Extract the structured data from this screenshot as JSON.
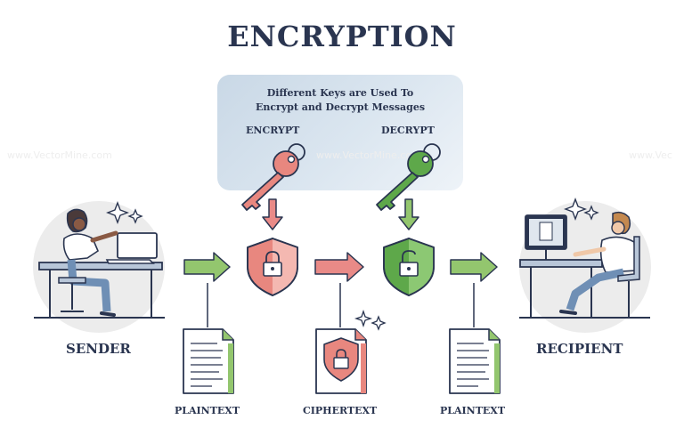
{
  "title": "ENCRYPTION",
  "key_box": {
    "line1": "Different Keys are Used To",
    "line2": "Encrypt and Decrypt Messages",
    "encrypt_label": "ENCRYPT",
    "decrypt_label": "DECRYPT"
  },
  "sender_label": "SENDER",
  "recipient_label": "RECIPIENT",
  "documents": [
    {
      "label": "PLAINTEXT"
    },
    {
      "label": "CIPHERTEXT"
    },
    {
      "label": "PLAINTEXT"
    }
  ],
  "watermark": {
    "left": "www.VectorMine.com",
    "center": "www.VectorMine.com",
    "right": "www.Vec"
  },
  "colors": {
    "ink": "#2a3550",
    "encrypt_red": "#e8877f",
    "decrypt_green": "#5ea84a",
    "arrow_green": "#93c66e",
    "arrow_red": "#e98a87",
    "circle_bg": "#ececec"
  },
  "icons": [
    "key-icon",
    "lock-shield-icon",
    "unlock-shield-icon",
    "document-icon",
    "sparkle-icon",
    "laptop-icon",
    "monitor-icon",
    "person-icon"
  ]
}
